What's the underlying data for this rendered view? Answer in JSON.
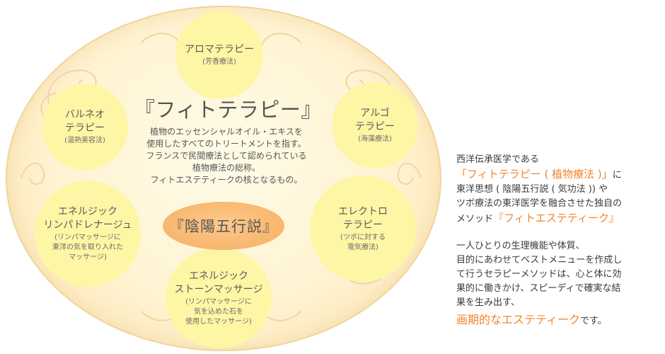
{
  "center": {
    "title": "『フィトテラピー』",
    "description": [
      "植物のエッセンシャルオイル・エキスを",
      "使用したすべてのトリートメントを指す。",
      "フランスで民間療法として認められている",
      "植物療法の総称。",
      "フィトエステティークの核となるもの。"
    ],
    "inyou": "『陰陽五行説』"
  },
  "therapies": {
    "aroma": {
      "title": "アロマテラピー",
      "sub": "(芳香療法)"
    },
    "balneo": {
      "title": "バルネオ\nテラピー",
      "sub": "(温熱美容法)"
    },
    "algo": {
      "title": "アルゴ\nテラピー",
      "sub": "(海藻療法)"
    },
    "lymph": {
      "title": "エネルジック\nリンパドレナージュ",
      "sub": "(リンパマッサージに\n東洋の気を取り入れた\nマッサージ)"
    },
    "electro": {
      "title": "エレクトロ\nテラピー",
      "sub": "(ツボに対する\n電気療法)"
    },
    "stone": {
      "title": "エネルジック\nストーンマッサージ",
      "sub": "(リンパマッサージに\n気を込めた石を\n使用したマッサージ)"
    }
  },
  "side": {
    "l1": "西洋伝承医学である",
    "l2_hl": "「フィトテラピー ( 植物療法 )」",
    "l2_rest": "に",
    "l3": "東洋思想 ( 陰陽五行説 ( 気功法 )) や",
    "l4": "ツボ療法の東洋医学を融合させた独自の",
    "l5_pre": "メソッド",
    "l5_hl": "『フィトエステティーク』",
    "p2": [
      "一人ひとりの生理機能や体質、",
      "目的にあわせてベストメニューを作成し",
      "て行うセラピーメソッドは、心と体に効",
      "果的に働きかけ、スピーディで確実な結",
      "果を生み出す、"
    ],
    "final_hl": "画期的なエステティーク",
    "final_rest": "です。"
  },
  "colors": {
    "oval_fill": "#fff3d2",
    "circle_fill": "#fdf6a5",
    "inyou_fill": "#f8b66e",
    "accent": "#f08530"
  },
  "icons": [
    "ornament-flourish"
  ]
}
